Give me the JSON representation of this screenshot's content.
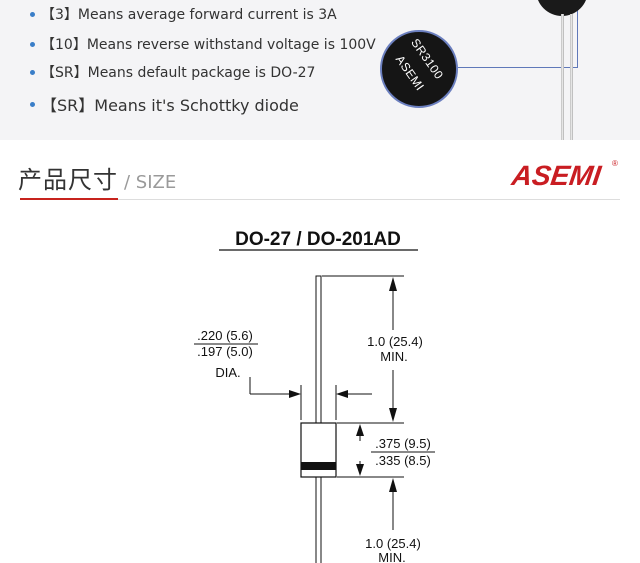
{
  "bullets": [
    "【3】Means average forward current is 3A",
    "【10】Means reverse withstand voltage is 100V",
    "【SR】Means default package is DO-27",
    "【SR】Means it's Schottky diode"
  ],
  "badge": {
    "line1": "SR3100",
    "line2": "ASEMI"
  },
  "section": {
    "title_zh": "产品尺寸",
    "title_en": "/ SIZE"
  },
  "brand": {
    "logo": "ASEMI",
    "mark": "®"
  },
  "drawing": {
    "package_title": "DO-27 /  DO-201AD",
    "dia_upper": ".220 (5.6)",
    "dia_lower": ".197 (5.0)",
    "dia_label": "DIA.",
    "lead_top_value": "1.0 (25.4)",
    "lead_top_min": "MIN.",
    "body_upper": ".375 (9.5)",
    "body_lower": ".335 (8.5)",
    "lead_bottom_value": "1.0 (25.4)",
    "lead_bottom_min": "MIN."
  }
}
